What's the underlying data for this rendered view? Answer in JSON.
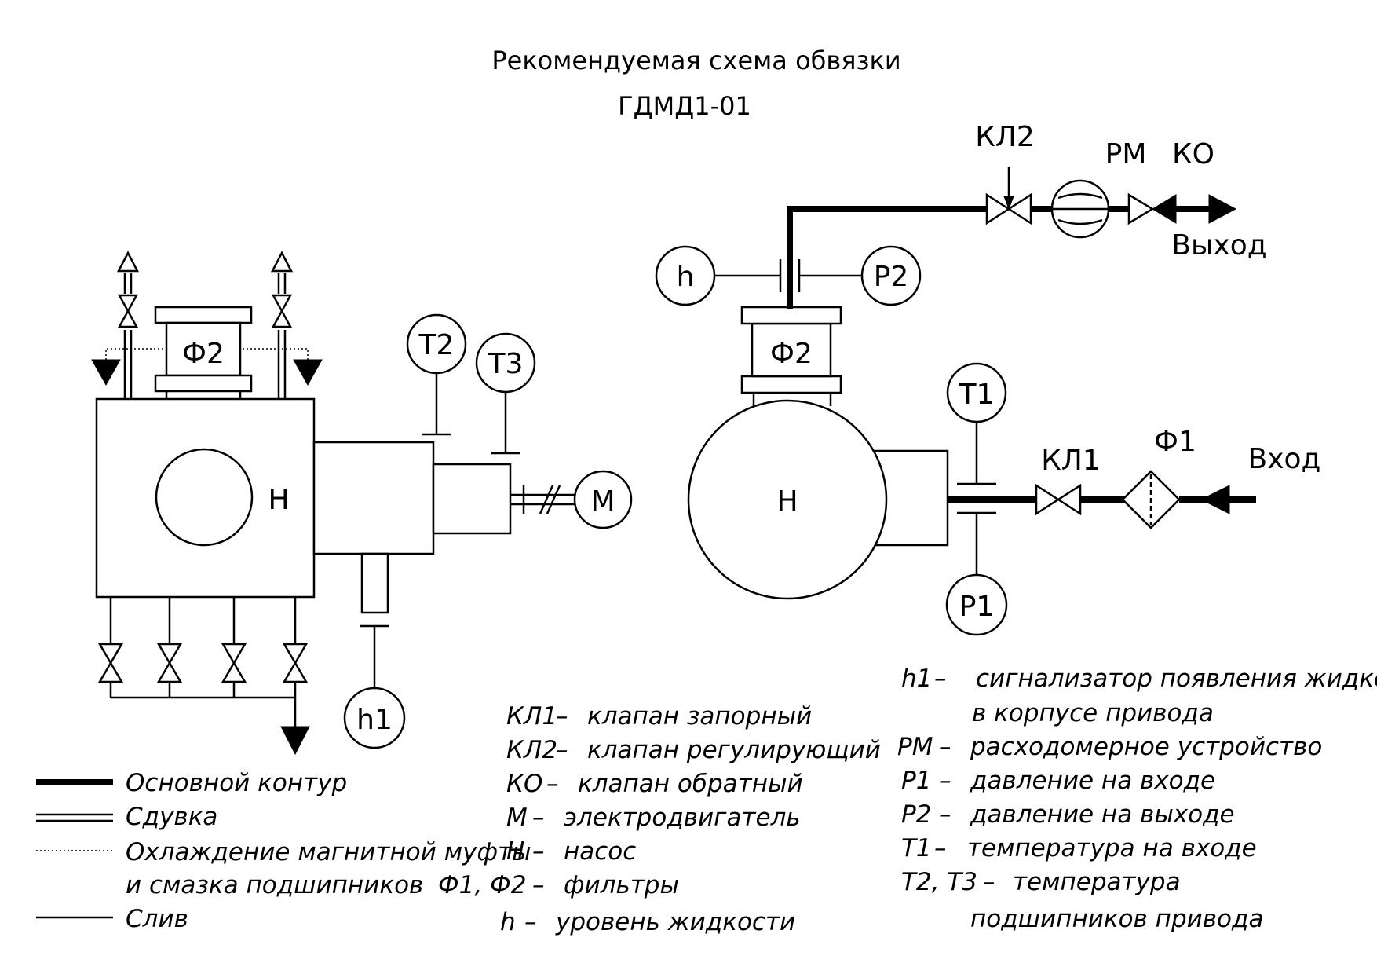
{
  "title": {
    "line1": "Рекомендуемая схема обвязки",
    "line2": "ГДМД1-01"
  },
  "left_view": {
    "filter_label": "Ф2",
    "pump_label": "Н",
    "motor_label": "М",
    "temp_sensors": [
      "Т2",
      "Т3"
    ],
    "leak_sensor": "h1"
  },
  "right_view": {
    "level_label": "h",
    "pressure_out": "P2",
    "filter_out": "Ф2",
    "pump_label": "Н",
    "temp_in": "Т1",
    "pressure_in": "P1",
    "valve_shutoff": "КЛ1",
    "filter_in": "Ф1",
    "inlet": "Вход",
    "valve_control": "КЛ2",
    "flowmeter": "РМ",
    "check_valve": "КО",
    "outlet": "Выход"
  },
  "line_legend": [
    {
      "style": "main",
      "label": "Основной контур"
    },
    {
      "style": "double",
      "label": "Сдувка"
    },
    {
      "style": "dotted",
      "label": "Охлаждение магнитной муфты"
    },
    {
      "style": "dotted-cont",
      "label": "и смазка подшипников"
    },
    {
      "style": "thin",
      "label": "Слив"
    }
  ],
  "abbrev_left": [
    {
      "key": "КЛ1",
      "text": "клапан запорный"
    },
    {
      "key": "КЛ2",
      "text": "клапан регулирующий"
    },
    {
      "key": "КО",
      "text": "клапан обратный"
    },
    {
      "key": "М",
      "text": "электродвигатель"
    },
    {
      "key": "Н",
      "text": "насос"
    },
    {
      "key": "Ф1, Ф2",
      "text": "фильтры"
    },
    {
      "key": "h",
      "text": "уровень жидкости"
    }
  ],
  "abbrev_right": [
    {
      "key": "h1",
      "text": "сигнализатор появления жидкости"
    },
    {
      "key": "",
      "text": "в корпусе привода"
    },
    {
      "key": "РМ",
      "text": "расходомерное устройство"
    },
    {
      "key": "P1",
      "text": "давление на входе"
    },
    {
      "key": "P2",
      "text": "давление на выходе"
    },
    {
      "key": "Т1",
      "text": "температура на входе"
    },
    {
      "key": "Т2, Т3",
      "text": "температура"
    },
    {
      "key": "",
      "text": "подшипников привода"
    }
  ],
  "dash": "–"
}
